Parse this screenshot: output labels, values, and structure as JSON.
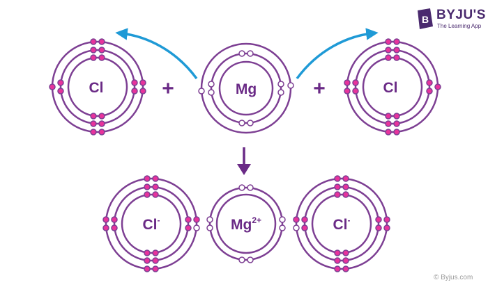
{
  "brand": {
    "name": "BYJU'S",
    "tagline": "The Learning App",
    "copyright": "© Byjus.com"
  },
  "colors": {
    "orbit": "#7d3f93",
    "electron_fill": "#e8339c",
    "electron_hollow": "#ffffff",
    "symbol": "#6a2a86",
    "arrow_blue": "#1f9ad6",
    "arrow_purple": "#6a2a86",
    "logo": "#4a2a6e"
  },
  "reactants": {
    "left_atom": "Cl",
    "center_atom": "Mg",
    "right_atom": "Cl",
    "plus_left": "+",
    "plus_right": "+"
  },
  "products": {
    "left_ion": {
      "symbol": "Cl",
      "charge": "-"
    },
    "center_ion": {
      "symbol": "Mg",
      "charge": "2+"
    },
    "right_ion": {
      "symbol": "Cl",
      "charge": "-"
    }
  }
}
